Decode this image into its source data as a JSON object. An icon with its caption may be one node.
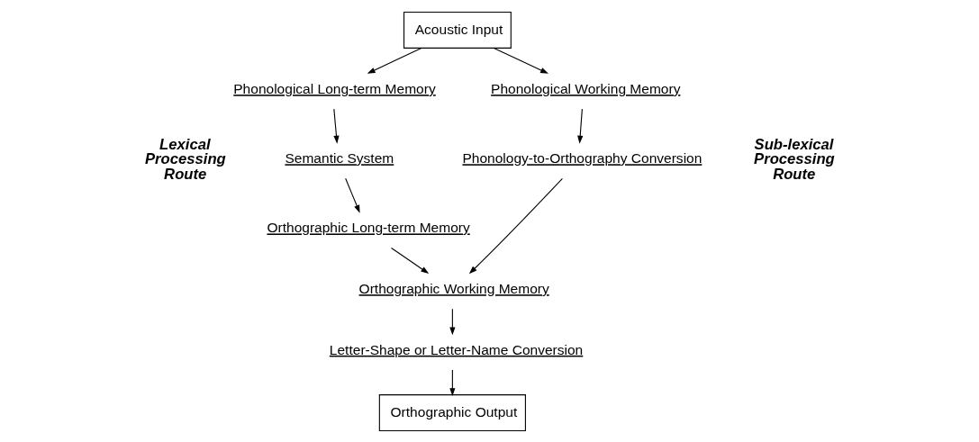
{
  "diagram": {
    "nodes": [
      {
        "text": [
          "Acoustic Input"
        ]
      },
      {
        "text": [
          "Phonological Long-term Memory"
        ]
      },
      {
        "text": [
          "Phonological Working Memory"
        ]
      },
      {
        "text": [
          "Semantic System"
        ]
      },
      {
        "text": [
          "Phonology-to-Orthography Conversion"
        ]
      },
      {
        "text": [
          "Orthographic Long-term Memory"
        ]
      },
      {
        "text": [
          "Orthographic Working Memory"
        ]
      },
      {
        "text": [
          "Letter-Shape or Letter-Name Conversion"
        ]
      },
      {
        "text": [
          "Orthographic Output"
        ]
      }
    ],
    "edges": [
      {
        "from": 0,
        "to": 1,
        "arrow": "to"
      },
      {
        "from": 0,
        "to": 2,
        "arrow": "to"
      },
      {
        "from": 1,
        "to": 3,
        "arrow": "to"
      },
      {
        "from": 3,
        "to": 5,
        "arrow": "to"
      },
      {
        "from": 2,
        "to": 4,
        "arrow": "to"
      },
      {
        "from": 5,
        "to": 6,
        "arrow": "to"
      },
      {
        "from": 4,
        "to": 6,
        "arrow": "to"
      },
      {
        "from": 6,
        "to": 7,
        "arrow": "to"
      },
      {
        "from": 7,
        "to": 8,
        "arrow": "to"
      }
    ],
    "labels": [
      "Lexical Processing Route",
      "Sub-lexical Processing Route"
    ]
  }
}
